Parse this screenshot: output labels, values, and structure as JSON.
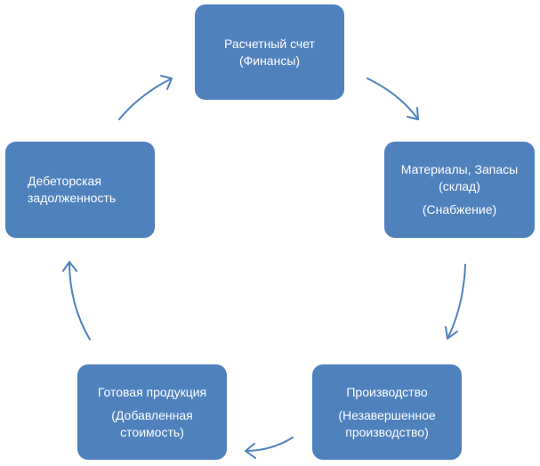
{
  "diagram": {
    "nodes": {
      "finance": {
        "lines": [
          "Расчетный счет",
          "(Финансы)"
        ]
      },
      "materials": {
        "lines": [
          "Материалы, Запасы",
          "(склад)",
          "(Снабжение)"
        ]
      },
      "production": {
        "lines": [
          "Производство",
          "(Незавершенное",
          "производство)"
        ]
      },
      "goods": {
        "lines": [
          "Готовая продукция",
          "(Добавленная",
          "стоимость)"
        ]
      },
      "debt": {
        "lines": [
          "Дебеторская",
          "задолженность"
        ]
      }
    },
    "colors": {
      "node_fill": "#4f81bd",
      "node_text": "#ffffff",
      "arrow": "#4f81bd"
    }
  }
}
